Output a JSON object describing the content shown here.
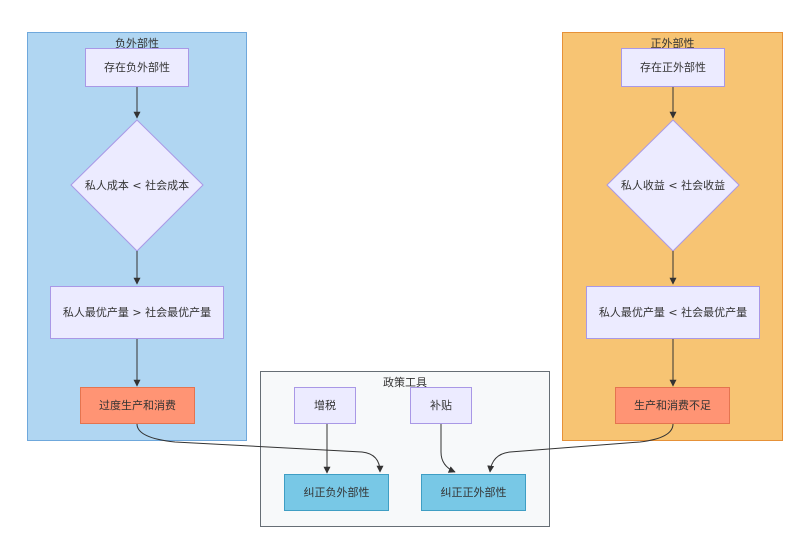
{
  "groups": {
    "negative": {
      "title": "负外部性"
    },
    "positive": {
      "title": "正外部性"
    },
    "policy": {
      "title": "政策工具"
    }
  },
  "nodes": {
    "neg_exists": "存在负外部性",
    "neg_compare": "私人成本 < 社会成本",
    "neg_output": "私人最优产量 > 社会最优产量",
    "neg_result": "过度生产和消费",
    "pos_exists": "存在正外部性",
    "pos_compare": "私人收益 < 社会收益",
    "pos_output": "私人最优产量 < 社会最优产量",
    "pos_result": "生产和消费不足",
    "tax": "增税",
    "subsidy": "补贴",
    "fix_neg": "纠正负外部性",
    "fix_pos": "纠正正外部性"
  },
  "colors": {
    "negative_bg": "#b0d6f2",
    "positive_bg": "#f7c473",
    "policy_bg": "#f7f9fa",
    "node_purple": "#ecebff",
    "node_orange": "#ff9474",
    "node_cyan": "#78c8e6",
    "edge": "#333333"
  }
}
